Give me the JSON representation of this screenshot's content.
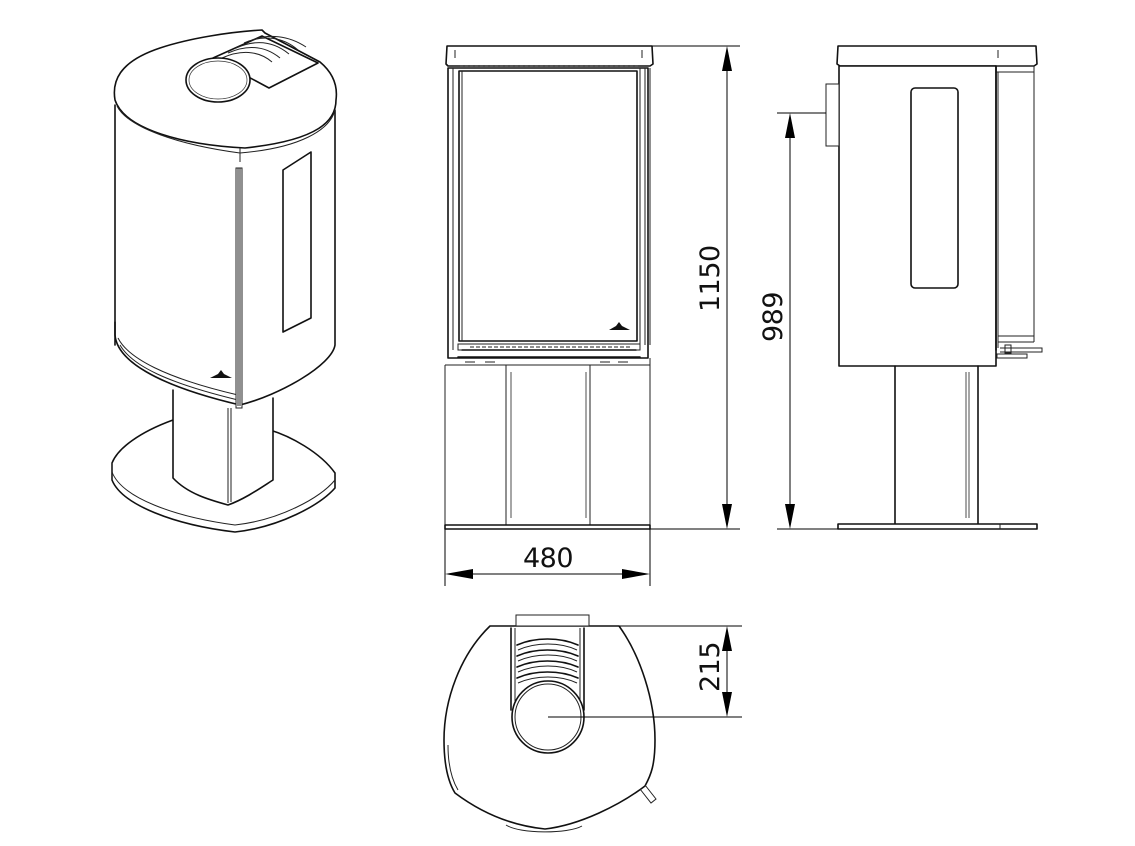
{
  "drawing": {
    "subject": "freestanding wood stove on pedestal",
    "views": [
      {
        "id": "perspective",
        "label": "isometric view"
      },
      {
        "id": "front",
        "label": "front elevation"
      },
      {
        "id": "side",
        "label": "side elevation"
      },
      {
        "id": "top",
        "label": "top view"
      }
    ],
    "units": "mm",
    "line_color": "#111111",
    "background": "#ffffff"
  },
  "dimensions": {
    "width": {
      "value": "480",
      "description": "overall width"
    },
    "height": {
      "value": "1150",
      "description": "overall height"
    },
    "flue_height": {
      "value": "989",
      "description": "height to rear flue outlet center"
    },
    "flue_offset": {
      "value": "215",
      "description": "distance from rear edge to flue center"
    }
  }
}
